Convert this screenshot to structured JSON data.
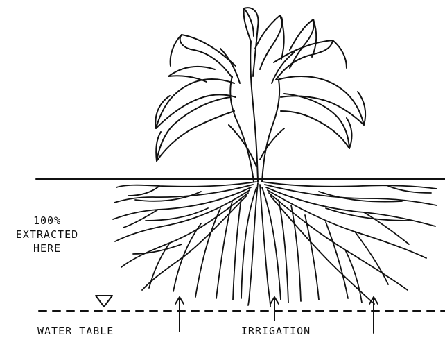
{
  "labels": {
    "extraction_line1": "100%",
    "extraction_line2": "EXTRACTED",
    "extraction_line3": "HERE",
    "water_table": "WATER TABLE",
    "irrigation": "IRRIGATION"
  },
  "icons": {
    "water_table_marker": "inverted-triangle-icon",
    "irrigation_arrows": "arrow-up-icon"
  },
  "colors": {
    "ink": "#111111",
    "background": "#ffffff"
  }
}
